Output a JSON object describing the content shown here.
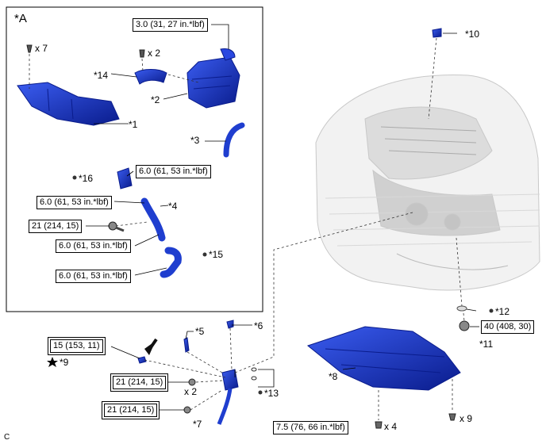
{
  "panel": {
    "title": "*A"
  },
  "callouts": {
    "c1": "*1",
    "c2": "*2",
    "c3": "*3",
    "c4": "*4",
    "c5": "*5",
    "c6": "*6",
    "c7": "*7",
    "c8": "*8",
    "c9": "*9",
    "c10": "*10",
    "c11": "*11",
    "c12": "*12",
    "c13": "*13",
    "c14": "*14",
    "c15": "*15",
    "c16": "*16"
  },
  "quantities": {
    "q7": "x 7",
    "q2": "x 2",
    "q2b": "x 2",
    "q4": "x 4",
    "q9": "x 9"
  },
  "torques": {
    "t_air_cleaner": "3.0 (31, 27 in.*lbf)",
    "t_16": "6.0 (61, 53 in.*lbf)",
    "t_hose_a": "6.0 (61, 53 in.*lbf)",
    "t_bolt_21a": "21 (214, 15)",
    "t_hose_b": "6.0 (61, 53 in.*lbf)",
    "t_15": "6.0 (61, 53 in.*lbf)",
    "t_11": "40 (408, 30)",
    "t_9": "15 (153, 11)",
    "t_21_x2": "21 (214, 15)",
    "t_21_7": "21 (214, 15)",
    "t_8": "7.5 (76, 66 in.*lbf)"
  },
  "footer": {
    "letter": "C"
  },
  "colors": {
    "part": "#1f3ecf",
    "part_dark": "#0c1f8a",
    "engine": "#b8b8b8"
  }
}
